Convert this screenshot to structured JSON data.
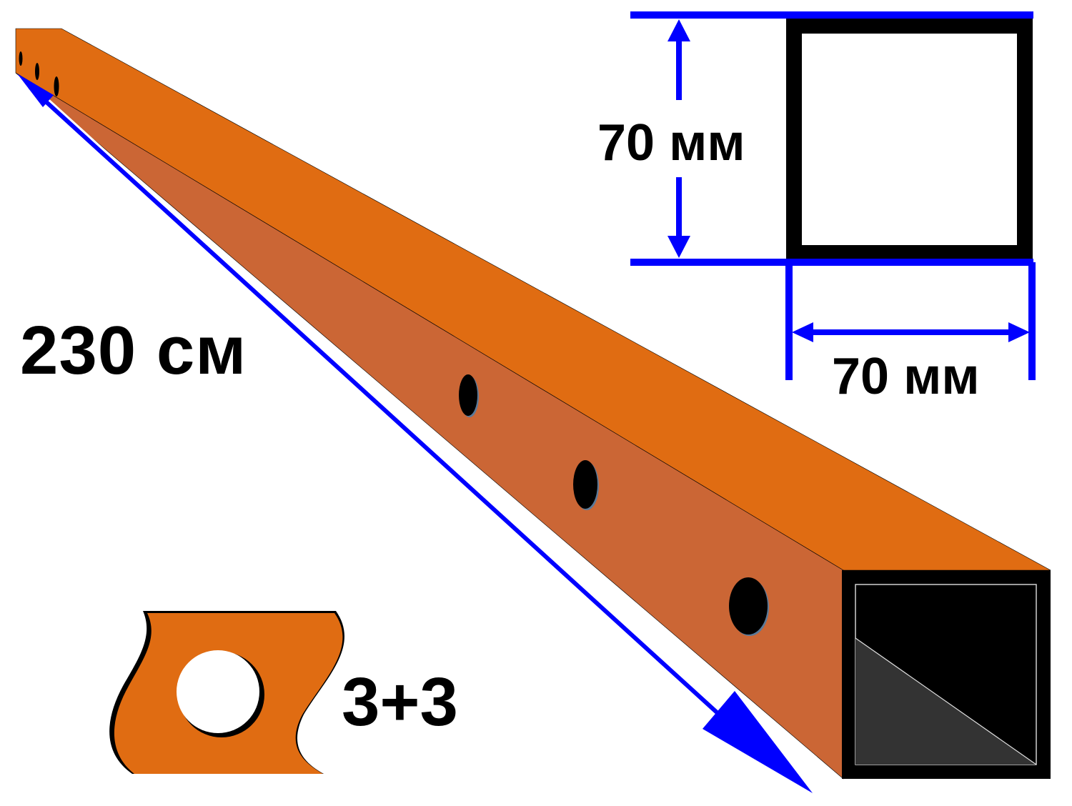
{
  "labels": {
    "length": "230 см",
    "profile_height": "70 мм",
    "profile_width": "70 мм",
    "hole_count": "3+3"
  },
  "colors": {
    "beam_top": "#E06C12",
    "beam_side": "#CB6635",
    "hole_sample": "#E06C12",
    "dimension": "#0000FF",
    "profile_outline": "#000000",
    "end_shadow": "#333333",
    "holes": "#000000"
  },
  "icons": {
    "beam": "square-steel-tube",
    "holes": "round-mounting-hole",
    "profile": "square-profile-cross-section"
  }
}
